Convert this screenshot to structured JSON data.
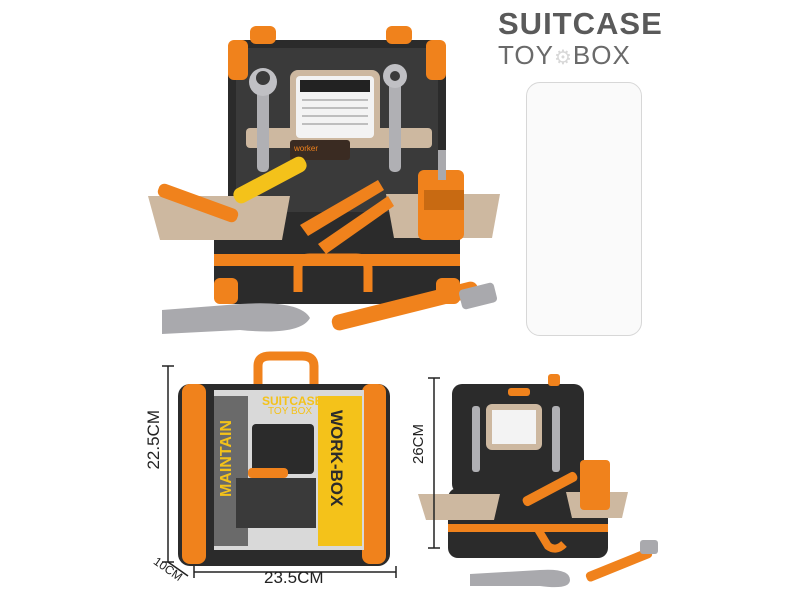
{
  "brand": {
    "line1": "SUITCASE",
    "line2_left": "TOY",
    "line2_right": "BOX"
  },
  "box_print": {
    "suitcase": "SUITCASE",
    "toybox": "TOY BOX",
    "left_band": "MAINTAIN",
    "right_band": "WORK-BOX",
    "worker": "worker"
  },
  "dimensions": {
    "height": "22.5CM",
    "width": "23.5CM",
    "depth": "10CM",
    "open_height": "26CM"
  },
  "colors": {
    "orange": "#f0821c",
    "dark": "#2b2b2b",
    "beige": "#cdb8a0",
    "silver": "#a9a9ad",
    "yellow": "#f4c21a"
  }
}
